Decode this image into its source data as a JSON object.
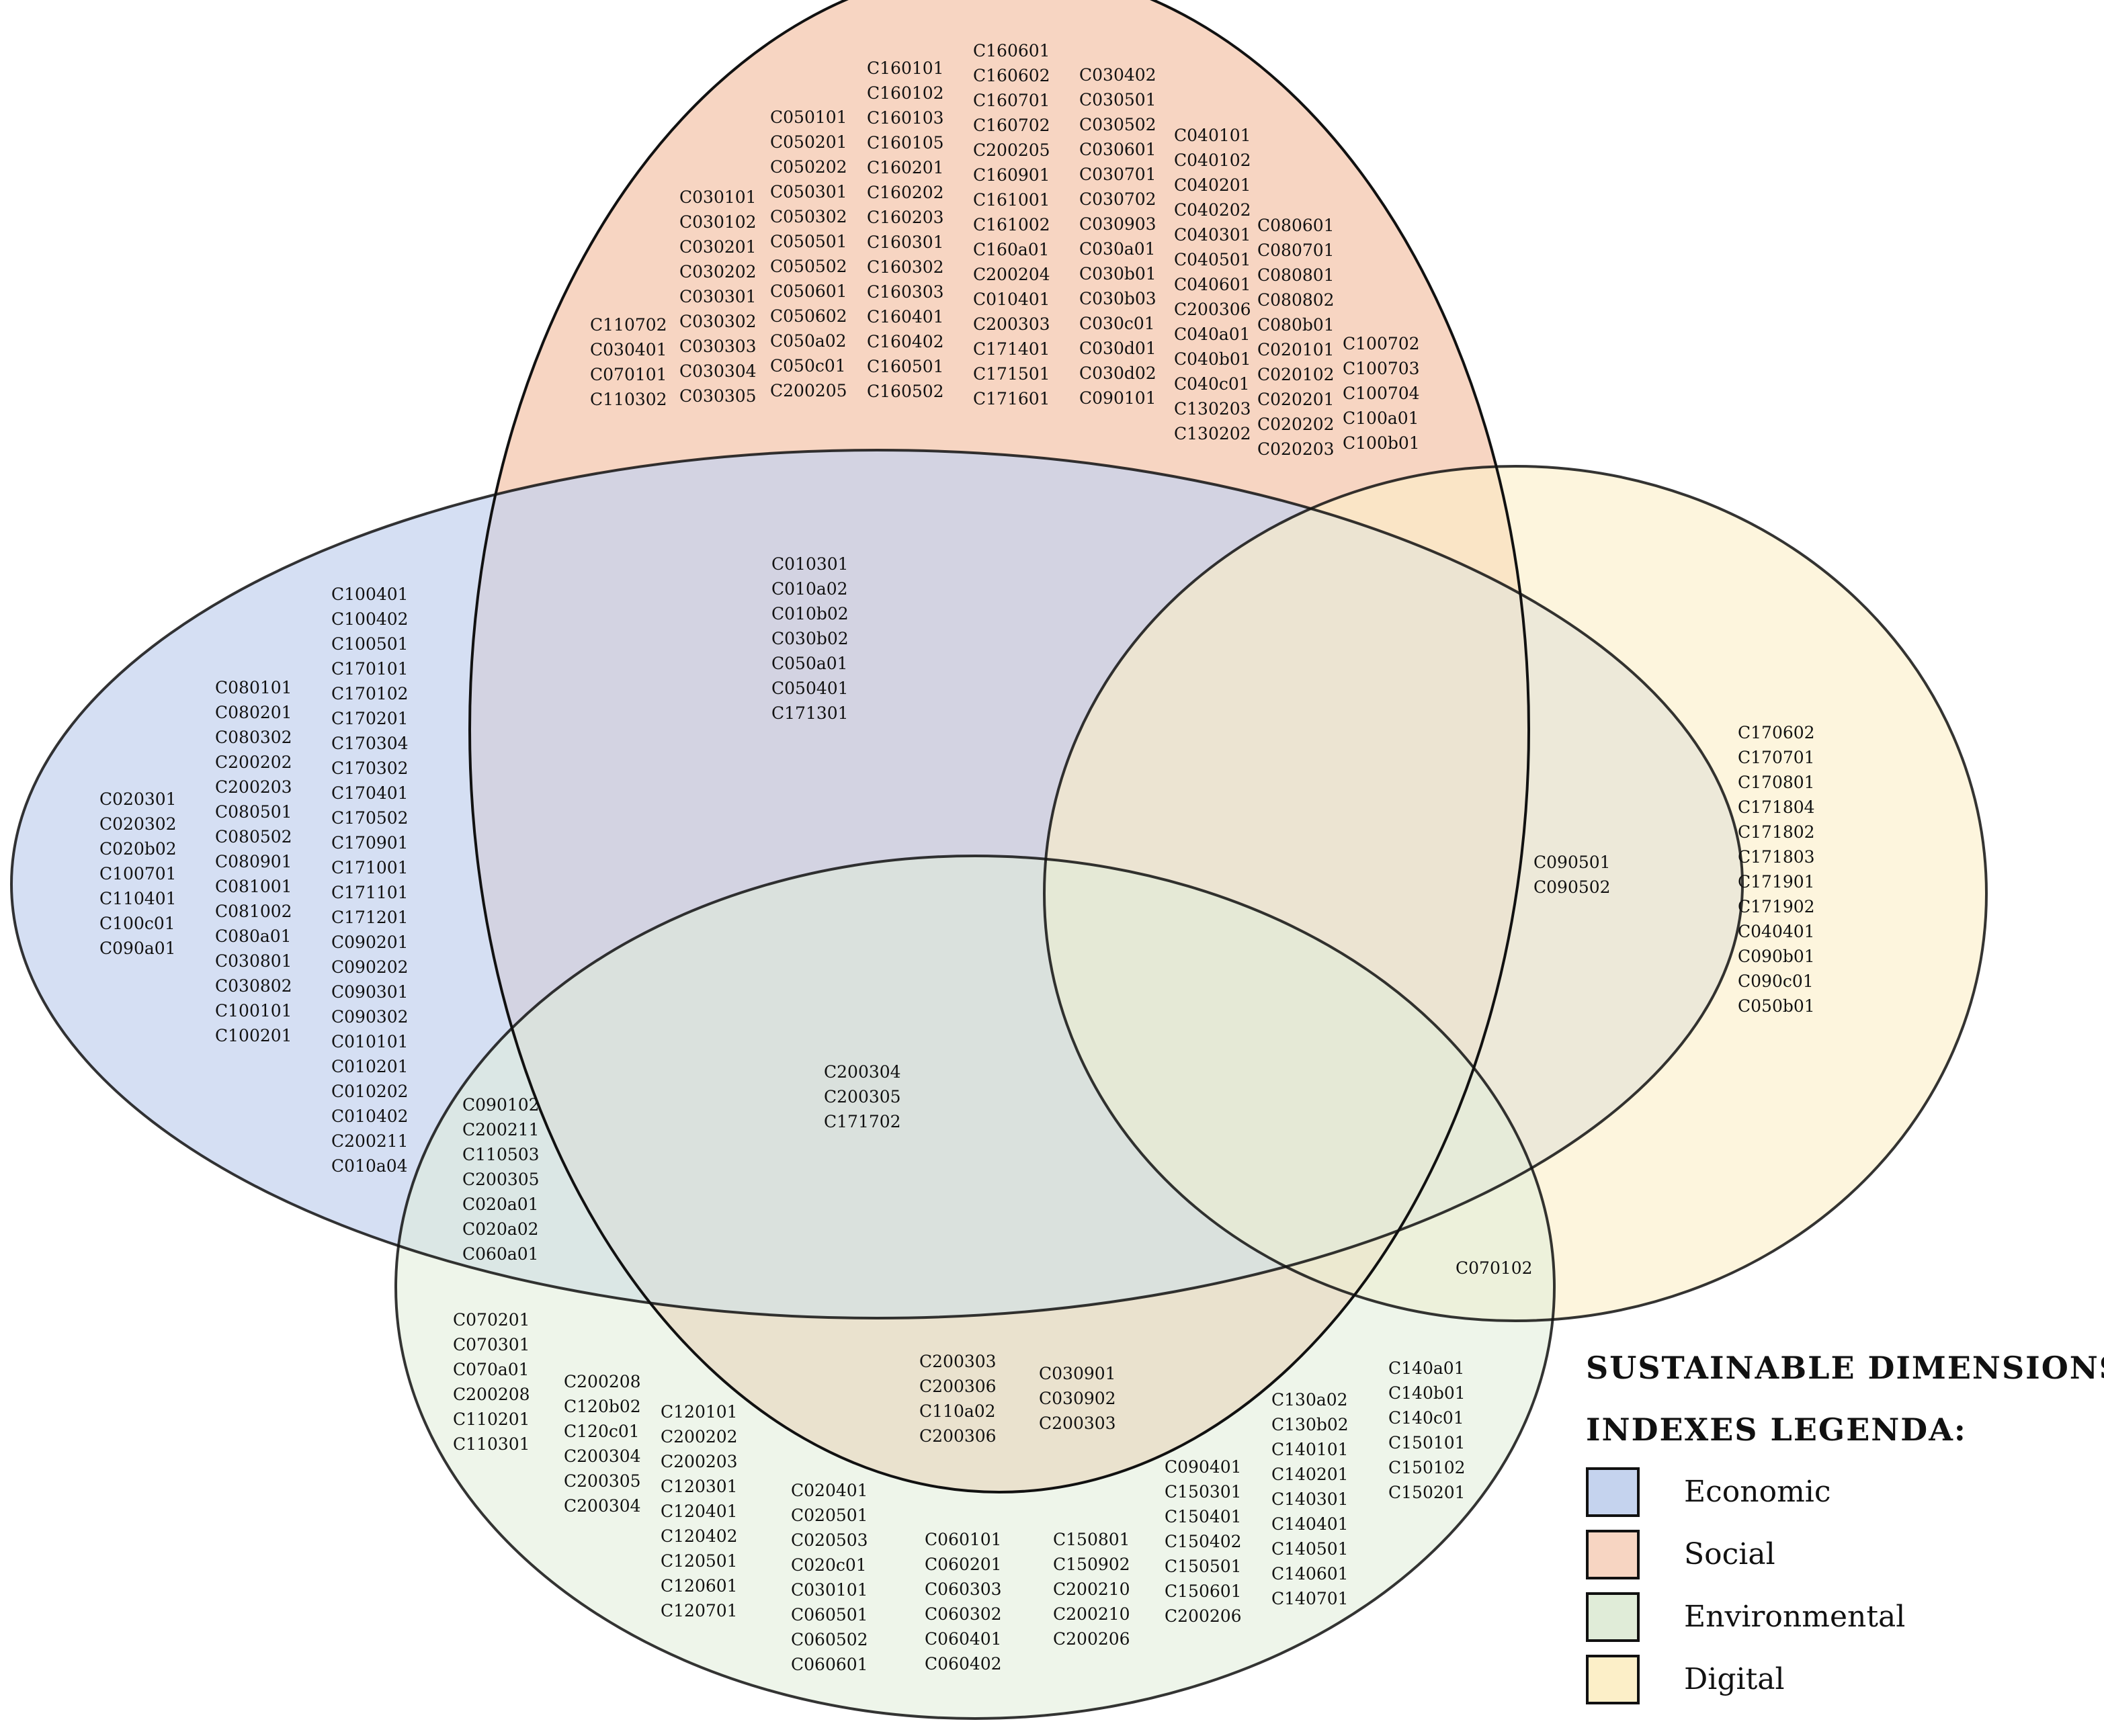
{
  "legend": {
    "title_line1": "SUSTAINABLE  DIMENSIONS",
    "title_line2": "INDEXES LEGENDA:",
    "items": [
      {
        "label": "Economic",
        "color": "#c5d3ee"
      },
      {
        "label": "Social",
        "color": "#f7d5c2"
      },
      {
        "label": "Environmental",
        "color": "#e0ecd8"
      },
      {
        "label": "Digital",
        "color": "#fcefc8"
      }
    ]
  },
  "sets": [
    {
      "id": "social",
      "color": "#f7d5c2"
    },
    {
      "id": "economic",
      "color": "#c5d3ee"
    },
    {
      "id": "digital",
      "color": "#fcefc8"
    },
    {
      "id": "environmental",
      "color": "#e0ecd8"
    }
  ],
  "regions": [
    {
      "id": "social-col1",
      "codes": [
        "C110702",
        "C030401",
        "C070101",
        "C110302"
      ]
    },
    {
      "id": "social-col2",
      "codes": [
        "C030101",
        "C030102",
        "C030201",
        "C030202",
        "C030301",
        "C030302",
        "C030303",
        "C030304",
        "C030305"
      ]
    },
    {
      "id": "social-col3",
      "codes": [
        "C050101",
        "C050201",
        "C050202",
        "C050301",
        "C050302",
        "C050501",
        "C050502",
        "C050601",
        "C050602",
        "C050a02",
        "C050c01",
        "C200205"
      ]
    },
    {
      "id": "social-col4",
      "codes": [
        "C160101",
        "C160102",
        "C160103",
        "C160105",
        "C160201",
        "C160202",
        "C160203",
        "C160301",
        "C160302",
        "C160303",
        "C160401",
        "C160402",
        "C160501",
        "C160502"
      ]
    },
    {
      "id": "social-col5",
      "codes": [
        "C160601",
        "C160602",
        "C160701",
        "C160702",
        "C200205",
        "C160901",
        "C161001",
        "C161002",
        "C160a01",
        "C200204",
        "C010401",
        "C200303",
        "C171401",
        "C171501",
        "C171601"
      ]
    },
    {
      "id": "social-col6",
      "codes": [
        "C030402",
        "C030501",
        "C030502",
        "C030601",
        "C030701",
        "C030702",
        "C030903",
        "C030a01",
        "C030b01",
        "C030b03",
        "C030c01",
        "C030d01",
        "C030d02",
        "C090101"
      ]
    },
    {
      "id": "social-col7",
      "codes": [
        "C040101",
        "C040102",
        "C040201",
        "C040202",
        "C040301",
        "C040501",
        "C040601",
        "C200306",
        "C040a01",
        "C040b01",
        "C040c01",
        "C130203",
        "C130202"
      ]
    },
    {
      "id": "social-col8",
      "codes": [
        "C080601",
        "C080701",
        "C080801",
        "C080802",
        "C080b01",
        "C020101",
        "C020102",
        "C020201",
        "C020202",
        "C020203"
      ]
    },
    {
      "id": "social-col9",
      "codes": [
        "C100702",
        "C100703",
        "C100704",
        "C100a01",
        "C100b01"
      ]
    },
    {
      "id": "economic-col1",
      "codes": [
        "C020301",
        "C020302",
        "C020b02",
        "C100701",
        "C110401",
        "C100c01",
        "C090a01"
      ]
    },
    {
      "id": "economic-col2",
      "codes": [
        "C080101",
        "C080201",
        "C080302",
        "C200202",
        "C200203",
        "C080501",
        "C080502",
        "C080901",
        "C081001",
        "C081002",
        "C080a01",
        "C030801",
        "C030802",
        "C100101",
        "C100201"
      ]
    },
    {
      "id": "economic-col3",
      "codes": [
        "C100401",
        "C100402",
        "C100501",
        "C170101",
        "C170102",
        "C170201",
        "C170304",
        "C170302",
        "C170401",
        "C170502",
        "C170901",
        "C171001",
        "C171101",
        "C171201",
        "C090201",
        "C090202",
        "C090301",
        "C090302",
        "C010101",
        "C010201",
        "C010202",
        "C010402",
        "C200211",
        "C010a04"
      ]
    },
    {
      "id": "economic-social",
      "codes": [
        "C010301",
        "C010a02",
        "C010b02",
        "C030b02",
        "C050a01",
        "C050401",
        "C171301"
      ]
    },
    {
      "id": "economic-social-environmental",
      "codes": [
        "C200304",
        "C200305",
        "C171702"
      ]
    },
    {
      "id": "economic-environmental",
      "codes": [
        "C090102",
        "C200211",
        "C110503",
        "C200305",
        "C020a01",
        "C020a02",
        "C060a01"
      ]
    },
    {
      "id": "social-digital-environmental",
      "codes": [
        "C090501",
        "C090502"
      ]
    },
    {
      "id": "digital",
      "codes": [
        "C170602",
        "C170701",
        "C170801",
        "C171804",
        "C171802",
        "C171803",
        "C171901",
        "C171902",
        "C040401",
        "C090b01",
        "C090c01",
        "C050b01"
      ]
    },
    {
      "id": "digital-environmental",
      "codes": [
        "C070102"
      ]
    },
    {
      "id": "social-environmental-a",
      "codes": [
        "C200303",
        "C200306",
        "C110a02",
        "C200306"
      ]
    },
    {
      "id": "social-environmental-b",
      "codes": [
        "C030901",
        "C030902",
        "C200303"
      ]
    },
    {
      "id": "env-col1",
      "codes": [
        "C070201",
        "C070301",
        "C070a01",
        "C200208",
        "C110201",
        "C110301"
      ]
    },
    {
      "id": "env-col2",
      "codes": [
        "C200208",
        "C120b02",
        "C120c01",
        "C200304",
        "C200305",
        "C200304"
      ]
    },
    {
      "id": "env-col3",
      "codes": [
        "C120101",
        "C200202",
        "C200203",
        "C120301",
        "C120401",
        "C120402",
        "C120501",
        "C120601",
        "C120701"
      ]
    },
    {
      "id": "env-col4",
      "codes": [
        "C020401",
        "C020501",
        "C020503",
        "C020c01",
        "C030101",
        "C060501",
        "C060502",
        "C060601"
      ]
    },
    {
      "id": "env-col5",
      "codes": [
        "C060101",
        "C060201",
        "C060303",
        "C060302",
        "C060401",
        "C060402"
      ]
    },
    {
      "id": "env-col6",
      "codes": [
        "C150801",
        "C150902",
        "C200210",
        "C200210",
        "C200206"
      ]
    },
    {
      "id": "env-col7",
      "codes": [
        "C090401",
        "C150301",
        "C150401",
        "C150402",
        "C150501",
        "C150601",
        "C200206"
      ]
    },
    {
      "id": "env-col8",
      "codes": [
        "C130a02",
        "C130b02",
        "C140101",
        "C140201",
        "C140301",
        "C140401",
        "C140501",
        "C140601",
        "C140701"
      ]
    },
    {
      "id": "env-col9",
      "codes": [
        "C140a01",
        "C140b01",
        "C140c01",
        "C150101",
        "C150102",
        "C150201"
      ]
    }
  ]
}
